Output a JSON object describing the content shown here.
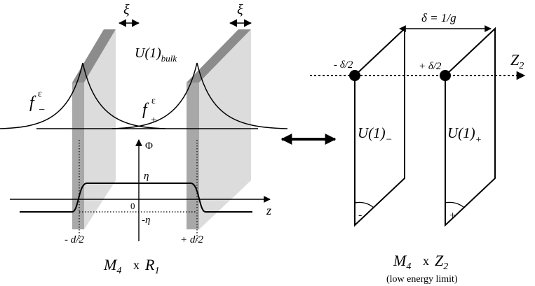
{
  "left_panel": {
    "xi_label_1": "ξ",
    "xi_label_2": "ξ",
    "u1_bulk_main": "U(1)",
    "u1_bulk_sub": "bulk",
    "f_minus_main": "f",
    "f_minus_sup": "ε",
    "f_minus_sub": "−",
    "f_plus_main": "f",
    "f_plus_sup": "ε",
    "f_plus_sub": "+",
    "phi_axis": "Φ",
    "eta_label": "η",
    "zero_label": "0",
    "minus_eta_label": "-η",
    "z_axis": "z",
    "minus_d_half": "- d/2",
    "plus_d_half": "+ d/2",
    "caption_m": "M",
    "caption_m_sub": "4",
    "caption_x": "x",
    "caption_r": "R",
    "caption_r_sub": "1"
  },
  "right_panel": {
    "delta_label": "δ = 1/g",
    "minus_delta_half": "- δ/2",
    "plus_delta_half": "+ δ/2",
    "z2_axis_main": "Z",
    "z2_axis_sub": "2",
    "u1_minus_main": "U(1)",
    "u1_minus_sub": "−",
    "u1_plus_main": "U(1)",
    "u1_plus_sub": "+",
    "corner_minus": "-",
    "corner_plus": "+",
    "caption_m": "M",
    "caption_m_sub": "4",
    "caption_x": "x",
    "caption_z": "Z",
    "caption_z_sub": "2",
    "caption_note": "(low energy limit)"
  },
  "colors": {
    "brane_front": "#d9d9d9",
    "brane_side": "#a6a6a6",
    "brane_top": "#8c8c8c",
    "ink": "#000000"
  }
}
